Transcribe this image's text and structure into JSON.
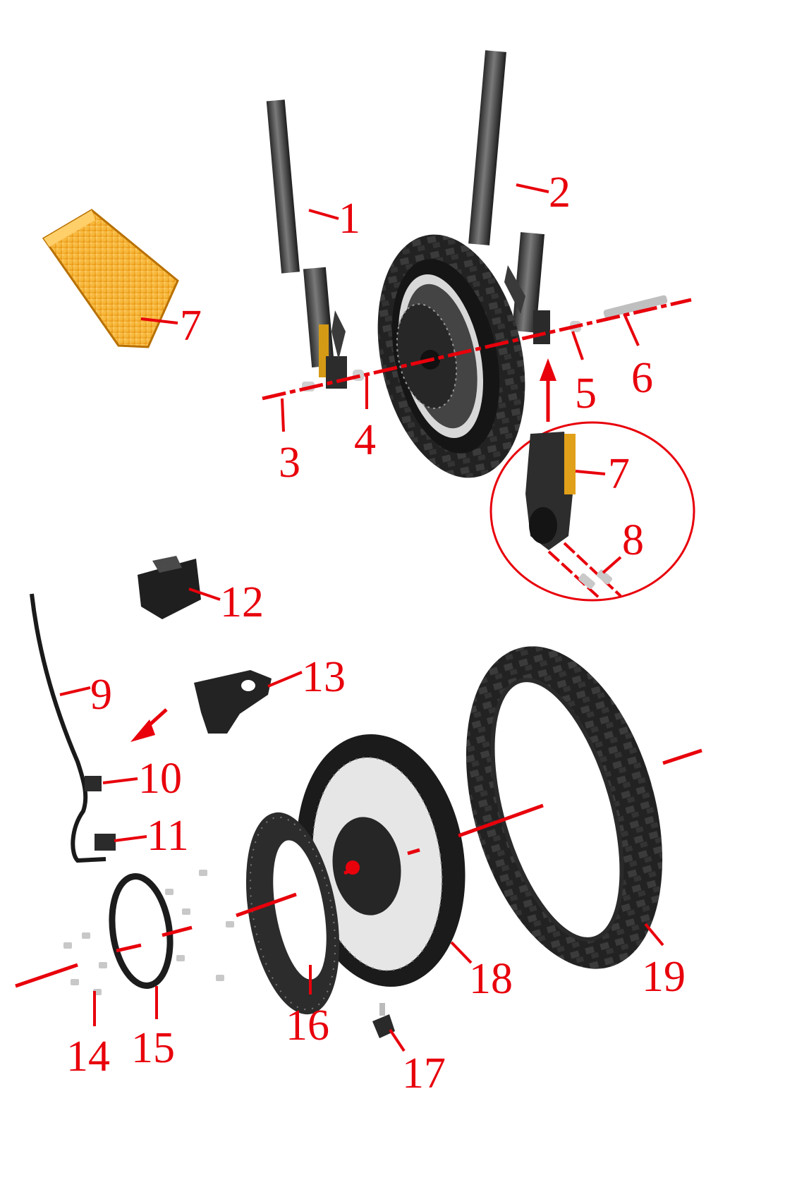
{
  "colors": {
    "leader_red": "#e8000b",
    "part_dark": "#1c1c1c",
    "part_mid": "#3a3a3a",
    "metal": "#c9c9c9",
    "reflector_amber": "#f2a81e"
  },
  "callouts": {
    "c1": "1",
    "c2": "2",
    "c3": "3",
    "c4": "4",
    "c5": "5",
    "c6": "6",
    "c7_reflector": "7",
    "c7_detail": "7",
    "c8": "8",
    "c9": "9",
    "c10": "10",
    "c11": "11",
    "c12": "12",
    "c13": "13",
    "c14": "14",
    "c15": "15",
    "c16": "16",
    "c17": "17",
    "c18": "18",
    "c19": "19"
  },
  "icons": {
    "direction_arrow_up": "arrow-up-icon",
    "direction_arrow_diag": "arrow-down-left-icon"
  }
}
